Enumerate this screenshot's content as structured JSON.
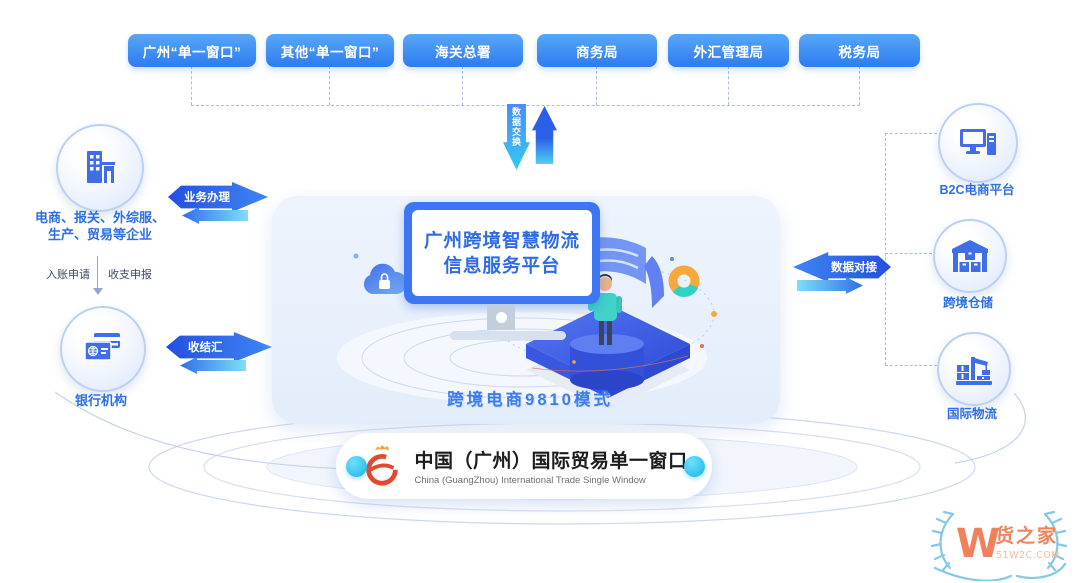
{
  "agencies": [
    {
      "label": "广州“单一窗口”"
    },
    {
      "label": "其他“单一窗口”"
    },
    {
      "label": "海关总署"
    },
    {
      "label": "商务局"
    },
    {
      "label": "外汇管理局"
    },
    {
      "label": "税务局"
    }
  ],
  "flows": {
    "data_exchange": "数据交换",
    "business_handling": "业务办理",
    "settlement": "收结汇",
    "data_connection": "数据对接",
    "account_request": "入账申请",
    "payment_declaration": "收支申报"
  },
  "left_nodes": {
    "enterprises": {
      "label_line1": "电商、报关、外综服、",
      "label_line2": "生产、贸易等企业"
    },
    "bank": {
      "label": "银行机构"
    }
  },
  "platform": {
    "screen_title_line1": "广州跨境智慧物流",
    "screen_title_line2": "信息服务平台",
    "mode_label": "跨境电商9810模式"
  },
  "right_nodes": [
    {
      "label": "B2C电商平台"
    },
    {
      "label": "跨境仓储"
    },
    {
      "label": "国际物流"
    }
  ],
  "banner": {
    "title": "中国（广州）国际贸易单一窗口",
    "subtitle": "China (GuangZhou) International Trade Single Window"
  },
  "watermark": {
    "letter": "W",
    "brand": "货之家",
    "domain": "51W2C.COM"
  },
  "colors": {
    "button_blue": "#2d7bf0",
    "arrow_blue": "#2450e0",
    "arrow_cyan": "#7fdef8",
    "icon_blue": "#3f6ee8",
    "label_blue": "#2f6fe4",
    "logo_red": "#e2492f",
    "watermark_orange": "#f0825b",
    "watermark_blue": "#85c7e8",
    "banner_dot_cyan": "#18b4ea"
  }
}
